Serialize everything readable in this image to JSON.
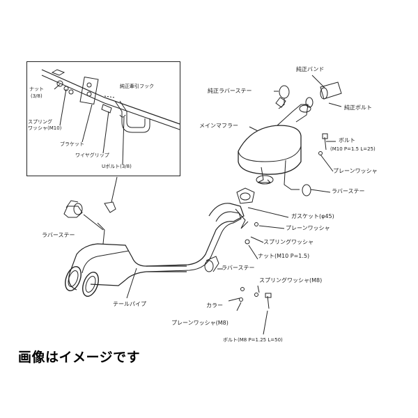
{
  "inset_labels": {
    "nut": "ナット",
    "nut_size": "(3/8)",
    "spring_washer_line1": "スプリング",
    "spring_washer_line2": "ワッシャ(M10)",
    "bracket": "ブラケット",
    "wire_grip": "ワイヤグリップ",
    "u_bolt": "Uボルト(3/8)",
    "tow_hook": "純正牽引フック"
  },
  "labels": {
    "oem_band": "純正バンド",
    "oem_rubber_stay": "純正ラバーステー",
    "oem_bolt": "純正ボルト",
    "main_muffler": "メインマフラー",
    "bolt_m10": "ボルト",
    "bolt_m10_spec": "(M10 P=1.5 L=25)",
    "plain_washer_1": "プレーンワッシャ",
    "rubber_stay_1": "ラバーステー",
    "gasket": "ガスケット(φ45)",
    "plain_washer_2": "プレーンワッシャ",
    "rubber_stay_left": "ラバーステー",
    "spring_washer": "スプリングワッシャ",
    "nut_m10": "ナット(M10 P=1.5)",
    "rubber_stay_2": "ラバーステー",
    "spring_washer_m8": "スプリングワッシャ(M8)",
    "tail_pipe": "テールパイプ",
    "collar": "カラー",
    "plain_washer_m8": "プレーンワッシャ(M8)",
    "bolt_m8": "ボルト(M8 P=1.25 L=50)"
  },
  "caption": "画像はイメージです"
}
